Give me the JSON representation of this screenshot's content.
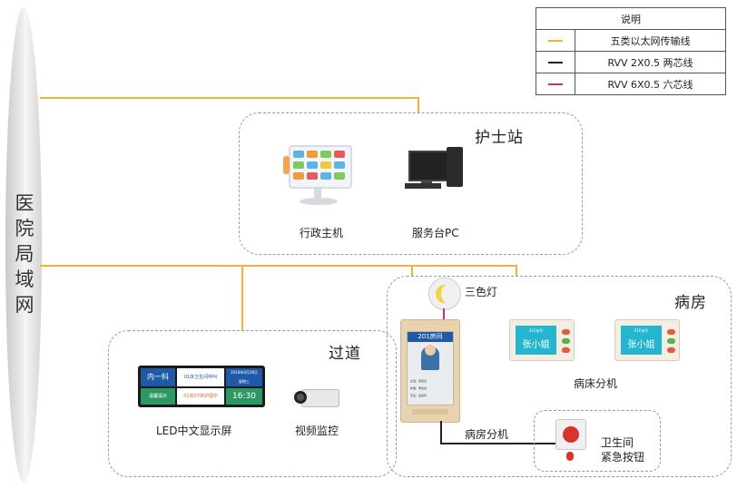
{
  "network": {
    "label": "医院局域网"
  },
  "legend": {
    "title": "说明",
    "rows": [
      {
        "text": "五类以太网传输线",
        "color": "#f5b335"
      },
      {
        "text": "RVV 2X0.5 两芯线",
        "color": "#222222"
      },
      {
        "text": "RVV 6X0.5 六芯线",
        "color": "#c0357a"
      }
    ]
  },
  "regions": {
    "nurse_station": {
      "title": "护士站"
    },
    "corridor": {
      "title": "过道"
    },
    "ward": {
      "title": "病房"
    },
    "bathroom": {
      "label_line1": "卫生间",
      "label_line2": "紧急按钮"
    }
  },
  "devices": {
    "admin_host": "行政主机",
    "service_pc": "服务台PC",
    "led_screen": "LED中文显示屏",
    "camera": "视频监控",
    "tri_light": "三色灯",
    "room_unit": "病房分机",
    "bed_unit": "病床分机"
  },
  "led_display": {
    "dept": "内一科",
    "row1": "01床卫生间呼叫",
    "date": "2018年8月28日",
    "weekday": "星期三",
    "badge": "温馨提示",
    "row2": "01床07床护理中",
    "time": "16:30"
  },
  "room_display": {
    "room": "201房间",
    "doctor": "主治：张某某",
    "nurse": "护理：李某某",
    "note": "专业：某某科"
  },
  "bed_display": {
    "bed1_label": "01F床号",
    "bed1_name": "张小姐",
    "bed2_label": "01F床号",
    "bed2_name": "张小姐"
  }
}
